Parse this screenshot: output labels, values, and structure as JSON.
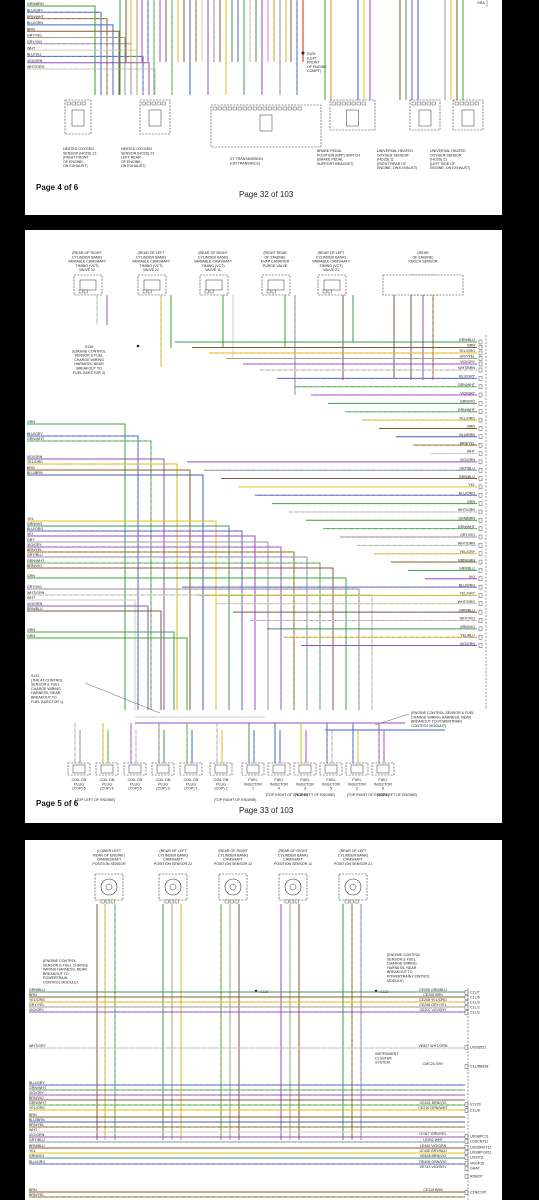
{
  "pages": [
    {
      "page_of": "Page 4 of 6",
      "page_number": "Page 32 of 103",
      "corner_label": "GRA",
      "left_wires": [
        "GRN/BRN",
        "BLU/GRY",
        "BRN/WHT",
        "BLU/GRN",
        "BRN",
        "GRY/YEL",
        "GRY/VIO",
        "WHT",
        "BLU/YEL",
        "VIO/GRN",
        "WHT/ORG"
      ],
      "harness_label": [
        "S105",
        "(LEFT",
        "FRONT",
        "OF ENGINE",
        "COMPT)"
      ],
      "components": [
        {
          "name": [
            "HEATED OXYGEN",
            "SENSOR (HO2S) 12",
            "(RIGHT FRONT",
            "OF ENGINE,",
            "ON EXHAUST)"
          ]
        },
        {
          "name": [
            "HEATED OXYGEN",
            "SENSOR (HO2S) 22",
            "LEFT REAR",
            "OF ENGINE,",
            "ON EXHAUST)"
          ]
        },
        {
          "name": [
            "ST TRANSMISSION",
            "(ON TRANSAXLE)"
          ]
        },
        {
          "name": [
            "BRAKE PEDAL",
            "POSITION (BPP) SWITCH",
            "(BRAKE PEDAL",
            "SUPPORT BRACKET)"
          ]
        },
        {
          "name": [
            "UNIVERSAL HEATED",
            "OXYGEN SENSOR",
            "(HO2S) 11",
            "(RIGHT REAR OF",
            "ENGINE, ON EXHAUST)"
          ]
        },
        {
          "name": [
            "UNIVERSAL HEATED",
            "OXYGEN SENSOR",
            "(HO2S) 21",
            "(LEFT SIDE OF",
            "ENGINE, ON EXHAUST)"
          ]
        }
      ]
    },
    {
      "page_of": "Page 5 of 6",
      "page_number": "Page 33 of 103",
      "top_components": [
        {
          "name": [
            "(REAR OF RIGHT",
            "CYLINDER BANK)",
            "VARIABLE CAMSHAFT",
            "TIMING (VCT)",
            "VALVE 12"
          ]
        },
        {
          "name": [
            "(REAR OF LEFT",
            "CYLINDER BANK)",
            "VARIABLE CAMSHAFT",
            "TIMING (VCT)",
            "VALVE 22"
          ]
        },
        {
          "name": [
            "(REAR OF RIGHT",
            "CYLINDER BANK)",
            "VARIABLE CAMSHAFT",
            "TIMING (VCT)",
            "VALVE 11"
          ]
        },
        {
          "name": [
            "(RIGHT REAR",
            "OF ENGINE)",
            "EVAP CANISTER",
            "PURGE VALVE"
          ]
        },
        {
          "name": [
            "(REAR OF LEFT",
            "CYLINDER BANK)",
            "VARIABLE CAMSHAFT",
            "TIMING (VCT)",
            "VALVE 21"
          ]
        },
        {
          "name": [
            "(REAR",
            "OF ENGINE)",
            "KNOCK SENSOR"
          ]
        }
      ],
      "splice_note": [
        "S136",
        "(ENGINE CONTROL",
        "SENSOR & FUEL",
        "CHARGE WIRING",
        "HARNESS, NEAR",
        "BREAKOUT TO",
        "FUEL INJECTOR 3)"
      ],
      "left_wires": [
        "GRN",
        "BLU/GRY",
        "GRN/WHT",
        "VIO/GRN",
        "YEL/ORG",
        "BRN",
        "BLU/BRN",
        "YEL",
        "GRN/VIO",
        "BLU/ORG",
        "VIO",
        "GRY",
        "VIO/GRY",
        "BRN/YEL",
        "GRY/BLU",
        "GRN/WHT",
        "BRN/VIO",
        "GRN",
        "GRY/VIO",
        "WHT/GRN",
        "WHT",
        "VIO/GRN",
        "BRN/BLU",
        "GRN",
        "GRN"
      ],
      "right_wires": [
        "GRN/BLU",
        "BRN",
        "YEL/ORG",
        "GRY/YEL",
        "VIO/GRY",
        "WHT/BRN",
        "BLU/GRY",
        "GRN/WHT",
        "VIO/GRY",
        "GRN/VIO",
        "GRN/WHT",
        "YEL/ORG",
        "BRN",
        "BLU/BRN",
        "BRN/YEL",
        "WHT",
        "VIO/GRN",
        "GRY/BLU",
        "BRN/BLU",
        "YEL",
        "BLU/ORG",
        "GRN",
        "WHT/GRN",
        "GRN/BRN",
        "GRN/WHT",
        "GRY/VIO",
        "WHT/GRN",
        "YEL/GRY",
        "BRN/GRN",
        "GRN/BLU",
        "VIO",
        "BLU/ORG",
        "YEL/GRY",
        "WHT/ORG",
        "BRN/BLU",
        "WHT/VIO",
        "GRN/VIO",
        "YEL/BLU",
        "VIO/GRN"
      ],
      "left_note": [
        "S131",
        "(THE AT CONTROL",
        "SENSOR & FUEL",
        "CHARGE WIRING",
        "HARNESS, NEAR",
        "BREAKOUT TO",
        "FUEL INJECTOR 1)"
      ],
      "right_note": [
        "(ENGINE CONTROL SENSOR & FUEL",
        "CHARGE WIRING HARNESS, NEAR",
        "BREAKOUT TO POWERTRAIN",
        "CONTROL MODULE)"
      ],
      "bottom_components": [
        {
          "name": [
            "COIL ON",
            "PLUG",
            "(COP) 6"
          ]
        },
        {
          "name": [
            "COIL ON",
            "PLUG",
            "(COP) 4"
          ]
        },
        {
          "name": [
            "COIL ON",
            "PLUG",
            "(COP) 5"
          ]
        },
        {
          "name": [
            "COIL ON",
            "PLUG",
            "(COP) 3"
          ]
        },
        {
          "name": [
            "COIL ON",
            "PLUG",
            "(COP) 1"
          ]
        },
        {
          "name": [
            "COIL ON",
            "PLUG",
            "(COP) 2"
          ]
        },
        {
          "name": [
            "FUEL",
            "INJECTOR",
            "1"
          ]
        },
        {
          "name": [
            "FUEL",
            "INJECTOR",
            "4"
          ]
        },
        {
          "name": [
            "FUEL",
            "INJECTOR",
            "3"
          ]
        },
        {
          "name": [
            "FUEL",
            "INJECTOR",
            "5"
          ]
        },
        {
          "name": [
            "FUEL",
            "INJECTOR",
            "2"
          ]
        },
        {
          "name": [
            "FUEL",
            "INJECTOR",
            "6"
          ]
        }
      ],
      "bottom_groups": [
        "(TOP LEFT OF ENGINE)",
        "(TOP RIGHT OF ENGINE)",
        "(TOP RIGHT OF ENGINE)",
        "(TOP LEFT OF ENGINE)",
        "(TOP RIGHT OF ENGINE)",
        "(TOP LEFT OF ENGINE)"
      ]
    },
    {
      "top_components": [
        {
          "name": [
            "(LOWER LEFT",
            "REAR OF ENGINE)",
            "CRANKSHAFT",
            "POSITION SENSOR"
          ]
        },
        {
          "name": [
            "(REAR OF LEFT",
            "CYLINDER BANK)",
            "CAMSHAFT",
            "POSITION SENSOR 22"
          ]
        },
        {
          "name": [
            "(REAR OF RIGHT",
            "CYLINDER BANK)",
            "CAMSHAFT",
            "POSITION SENSOR 12"
          ]
        },
        {
          "name": [
            "(REAR OF RIGHT",
            "CYLINDER BANK)",
            "CAMSHAFT",
            "POSITION SENSOR 11"
          ]
        },
        {
          "name": [
            "(REAR OF LEFT",
            "CYLINDER BANK)",
            "CAMSHAFT",
            "POSITION SENSOR 21"
          ]
        }
      ],
      "left_note": [
        "(ENGINE CONTROL",
        "SENSOR & FUEL CHARGE",
        "WIRING HARNESS, NEAR",
        "BREAKOUT TO",
        "POWERTRAIN",
        "CONTROL MODULE)"
      ],
      "right_note": [
        "(ENGINE CONTROL",
        "SENSOR & FUEL",
        "CHARGE WIRING",
        "HARNESS, NEAR",
        "BREAKOUT TO",
        "POWERTRAIN CONTROL",
        "MODULE)"
      ],
      "left_wires": [
        "GRN/BLU",
        "BRN",
        "YEL/ORG",
        "GRY/YEL",
        "VIO/GRY",
        "WHT/GRY",
        "BLU/GRY",
        "GRN/WHT",
        "VIO/GRY",
        "BRN/VIO",
        "GRN/WHT",
        "YEL/ORG",
        "BRN",
        "BLU/BRN",
        "BRN/YEL",
        "WHT",
        "VIO/GRN",
        "GRY/BLU",
        "BRN/BLU",
        "YEL",
        "GRN/VIO",
        "BLU/ORG",
        "BRN",
        "BRN/YEL"
      ],
      "cluster_label": [
        "INSTRUMENT",
        "CLUSTER",
        "SYSTEM"
      ],
      "right_circuits": [
        "CE205 GRN/BLU",
        "CE206 BRN",
        "CE208 YEL/ORG",
        "CE208 GRY/YEL",
        "CE207 VIO/GRY",
        "VE827 WHT/GRN",
        "CMC24 GRY",
        "CE441 BRN/VIO",
        "CE210 GRN/WHT",
        "LE417 GRN/YEL",
        "LE402 WHT",
        "LE440 VIO/GRN",
        "LE445 GRY/BLU",
        "VE828 BRN/VIO",
        "RE405 GRN/VIO",
        "VE743 VIO/GRY",
        "CE110 BRN"
      ],
      "connector_pins": [
        "C1L/T",
        "C1L/6",
        "C1L/9",
        "C1L/2",
        "C1L/3",
        "UGSD521",
        "C1L/RBEW",
        "V1V20",
        "C1L/8",
        "UDSBPC11",
        "LGSCNT11",
        "UGSDRST11",
        "UGSBPLW11",
        "UGSV11",
        "VRGP15",
        "GHAT",
        "ROBOT",
        "C1N/COP"
      ]
    }
  ],
  "wire_colors": {
    "GRN": "#3aa63a",
    "BLU": "#3a5fd6",
    "BRN": "#8b5a2b",
    "YEL": "#e0c020",
    "VIO": "#a040d0",
    "GRY": "#999999",
    "WHT": "#cccccc",
    "ORG": "#f08a24",
    "PNK": "#f070b0",
    "RED": "#d82020",
    "BLK": "#222222"
  }
}
